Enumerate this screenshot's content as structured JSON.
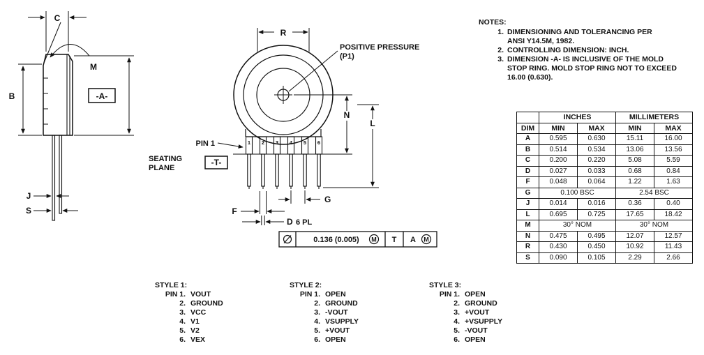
{
  "drawing": {
    "side": {
      "c": "C",
      "m": "M",
      "b": "B",
      "a_frame": "-A-",
      "j": "J",
      "s": "S"
    },
    "top": {
      "r": "R",
      "pressure_line1": "POSITIVE PRESSURE",
      "pressure_line2": "(P1)",
      "pin1_label": "PIN 1",
      "seating_line1": "SEATING",
      "seating_line2": "PLANE",
      "t_frame": "-T-",
      "n": "N",
      "l": "L",
      "g": "G",
      "f": "F",
      "d": "D",
      "d_qty": "6 PL",
      "pins": [
        "1",
        "2",
        "3",
        "4",
        "5",
        "6"
      ]
    },
    "fcf": {
      "tolerance": "0.136 (0.005)",
      "modifier1": "M",
      "datum_t": "T",
      "datum_a": "A",
      "modifier2": "M"
    }
  },
  "notes": {
    "title": "NOTES:",
    "items": [
      {
        "num": "1.",
        "lines": [
          "DIMENSIONING AND TOLERANCING PER",
          "ANSI Y14.5M, 1982."
        ]
      },
      {
        "num": "2.",
        "lines": [
          "CONTROLLING DIMENSION: INCH."
        ]
      },
      {
        "num": "3.",
        "lines": [
          "DIMENSION -A- IS INCLUSIVE OF THE MOLD",
          "STOP RING. MOLD STOP RING NOT TO EXCEED",
          "16.00 (0.630)."
        ]
      }
    ]
  },
  "dim_table": {
    "group_headers": [
      "INCHES",
      "MILLIMETERS"
    ],
    "col_headers": [
      "DIM",
      "MIN",
      "MAX",
      "MIN",
      "MAX"
    ],
    "rows": [
      {
        "dim": "A",
        "in_min": "0.595",
        "in_max": "0.630",
        "mm_min": "15.11",
        "mm_max": "16.00"
      },
      {
        "dim": "B",
        "in_min": "0.514",
        "in_max": "0.534",
        "mm_min": "13.06",
        "mm_max": "13.56"
      },
      {
        "dim": "C",
        "in_min": "0.200",
        "in_max": "0.220",
        "mm_min": "5.08",
        "mm_max": "5.59"
      },
      {
        "dim": "D",
        "in_min": "0.027",
        "in_max": "0.033",
        "mm_min": "0.68",
        "mm_max": "0.84"
      },
      {
        "dim": "F",
        "in_min": "0.048",
        "in_max": "0.064",
        "mm_min": "1.22",
        "mm_max": "1.63"
      },
      {
        "dim": "G",
        "in_span": "0.100 BSC",
        "mm_span": "2.54 BSC"
      },
      {
        "dim": "J",
        "in_min": "0.014",
        "in_max": "0.016",
        "mm_min": "0.36",
        "mm_max": "0.40"
      },
      {
        "dim": "L",
        "in_min": "0.695",
        "in_max": "0.725",
        "mm_min": "17.65",
        "mm_max": "18.42"
      },
      {
        "dim": "M",
        "in_span": "30° NOM",
        "mm_span": "30° NOM"
      },
      {
        "dim": "N",
        "in_min": "0.475",
        "in_max": "0.495",
        "mm_min": "12.07",
        "mm_max": "12.57"
      },
      {
        "dim": "R",
        "in_min": "0.430",
        "in_max": "0.450",
        "mm_min": "10.92",
        "mm_max": "11.43"
      },
      {
        "dim": "S",
        "in_min": "0.090",
        "in_max": "0.105",
        "mm_min": "2.29",
        "mm_max": "2.66"
      }
    ]
  },
  "styles": [
    {
      "title": "STYLE 1:",
      "pins": [
        {
          "label": "PIN 1.",
          "value": "VOUT"
        },
        {
          "label": "2.",
          "value": "GROUND"
        },
        {
          "label": "3.",
          "value": "VCC"
        },
        {
          "label": "4.",
          "value": "V1"
        },
        {
          "label": "5.",
          "value": "V2"
        },
        {
          "label": "6.",
          "value": "VEX"
        }
      ]
    },
    {
      "title": "STYLE 2:",
      "pins": [
        {
          "label": "PIN 1.",
          "value": "OPEN"
        },
        {
          "label": "2.",
          "value": "GROUND"
        },
        {
          "label": "3.",
          "value": "-VOUT"
        },
        {
          "label": "4.",
          "value": "VSUPPLY"
        },
        {
          "label": "5.",
          "value": "+VOUT"
        },
        {
          "label": "6.",
          "value": "OPEN"
        }
      ]
    },
    {
      "title": "STYLE 3:",
      "pins": [
        {
          "label": "PIN 1.",
          "value": "OPEN"
        },
        {
          "label": "2.",
          "value": "GROUND"
        },
        {
          "label": "3.",
          "value": "+VOUT"
        },
        {
          "label": "4.",
          "value": "+VSUPPLY"
        },
        {
          "label": "5.",
          "value": "-VOUT"
        },
        {
          "label": "6.",
          "value": "OPEN"
        }
      ]
    }
  ]
}
